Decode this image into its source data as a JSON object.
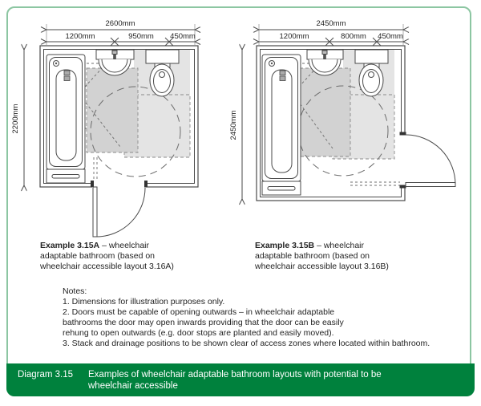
{
  "colors": {
    "bar-green": "#00813d",
    "frame-green": "#8cc6a2",
    "zone-light": "#e4e4e4",
    "zone-mid": "#d2d2d2",
    "line-gray": "#4a4a4a"
  },
  "diagram_a": {
    "width_total": "2600mm",
    "width_segments": [
      "1200mm",
      "950mm",
      "450mm"
    ],
    "height_label": "2200mm",
    "caption_title": "Example 3.15A",
    "caption_lines": [
      "– wheelchair",
      "adaptable bathroom (based on",
      "wheelchair accessible layout 3.16A)"
    ]
  },
  "diagram_b": {
    "width_total": "2450mm",
    "width_segments": [
      "1200mm",
      "800mm",
      "450mm"
    ],
    "height_label": "2450mm",
    "caption_title": "Example 3.15B",
    "caption_lines": [
      "– wheelchair",
      "adaptable bathroom (based on",
      "wheelchair accessible layout 3.16B)"
    ]
  },
  "notes": {
    "lines": [
      "Notes:",
      "1. Dimensions for illustration purposes only.",
      "2. Doors must be capable of opening outwards – in wheelchair adaptable",
      "bathrooms the door may open inwards providing that the door can be easily",
      "rehung to open outwards (e.g. door stops are planted and easily moved).",
      "3. Stack and drainage positions to be shown clear of access zones where located within bathroom."
    ]
  },
  "footer": {
    "ref": "Diagram 3.15",
    "caption_line1": "Examples of wheelchair adaptable bathroom layouts with potential to be",
    "caption_line2": "wheelchair accessible"
  }
}
